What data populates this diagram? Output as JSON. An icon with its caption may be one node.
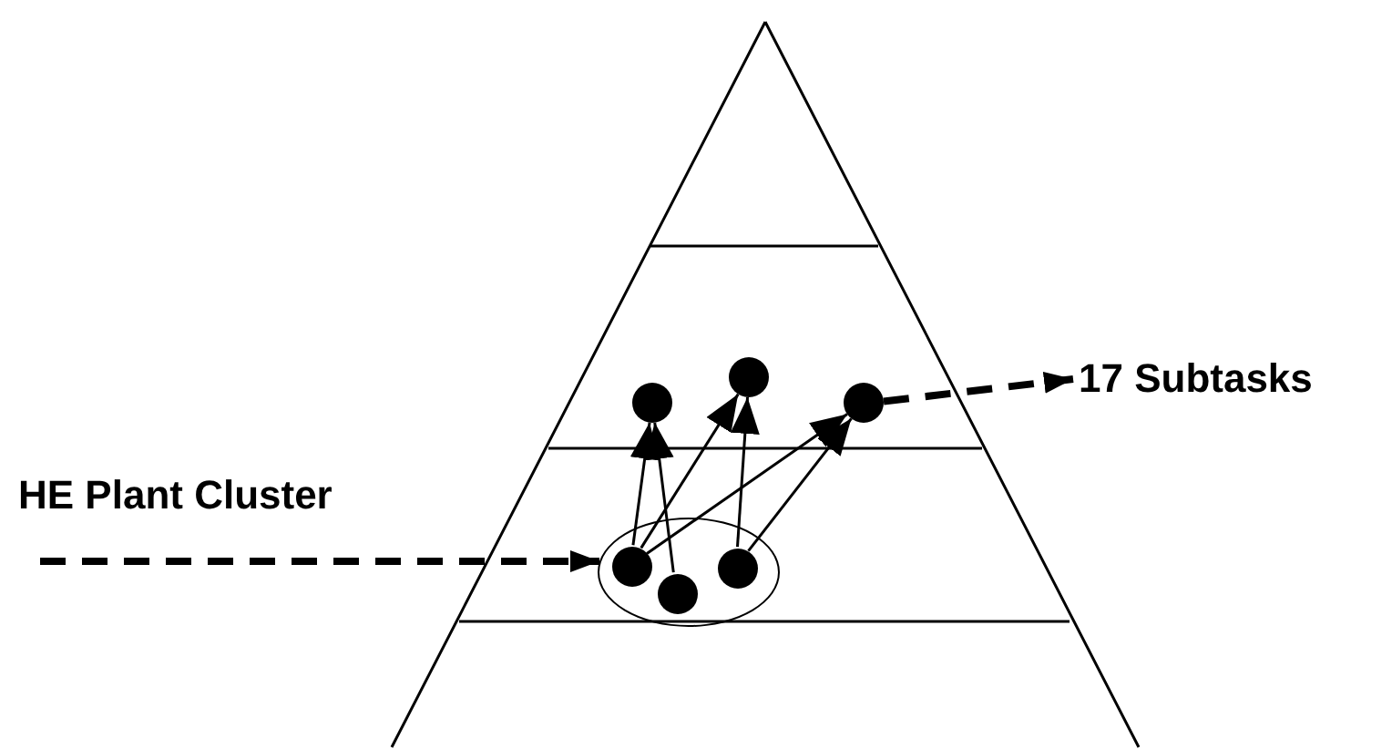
{
  "diagram": {
    "nodes": [
      {
        "text": [],
        "shape": "circle"
      },
      {
        "text": [],
        "shape": "circle",
        "in": 0
      },
      {
        "text": [],
        "shape": "circle",
        "in": 0
      },
      {
        "text": [],
        "shape": "circle",
        "in": 0
      },
      {
        "text": [],
        "shape": "circle"
      },
      {
        "text": [],
        "shape": "circle"
      },
      {
        "text": [],
        "shape": "circle"
      },
      {
        "text": [
          "17 Subtasks"
        ]
      }
    ],
    "edges": [
      {
        "from": 1,
        "to": 4,
        "arrow": "to"
      },
      {
        "from": 2,
        "to": 4,
        "arrow": "to"
      },
      {
        "from": 1,
        "to": 5,
        "arrow": "to"
      },
      {
        "from": 3,
        "to": 5,
        "arrow": "to"
      },
      {
        "from": 1,
        "to": 6,
        "arrow": "to"
      },
      {
        "from": 3,
        "to": 6,
        "arrow": "to"
      },
      {
        "from": null,
        "to": 0,
        "arrow": "to",
        "style": "dashed"
      },
      {
        "from": 6,
        "to": 7,
        "arrow": "to",
        "style": "dashed"
      }
    ],
    "labels": [
      "HE Plant Cluster"
    ]
  }
}
